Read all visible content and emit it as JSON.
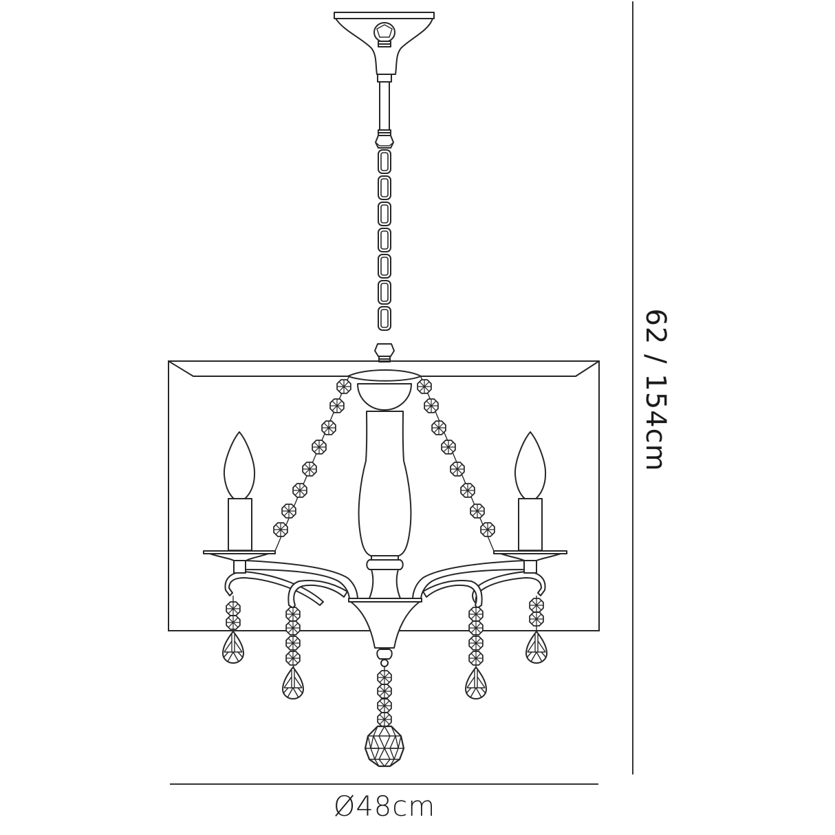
{
  "diagram": {
    "subject": "3-light chandelier with rectangular drum shade and crystal drops",
    "dimensions": {
      "height_label": "62 / 154cm",
      "diameter_label": "Ø48cm"
    },
    "components": {
      "ceiling_plate": "ceiling-rose",
      "suspension": "chain",
      "shade": "drum-shade",
      "lights": [
        "candle-light-left",
        "candle-light-right"
      ],
      "crystal_strands": [
        "swag-left",
        "swag-right"
      ],
      "drops": [
        "drop-1",
        "drop-2",
        "drop-3",
        "drop-4",
        "drop-center-ball"
      ]
    },
    "colors": {
      "line": "#262626",
      "background": "#ffffff"
    }
  }
}
